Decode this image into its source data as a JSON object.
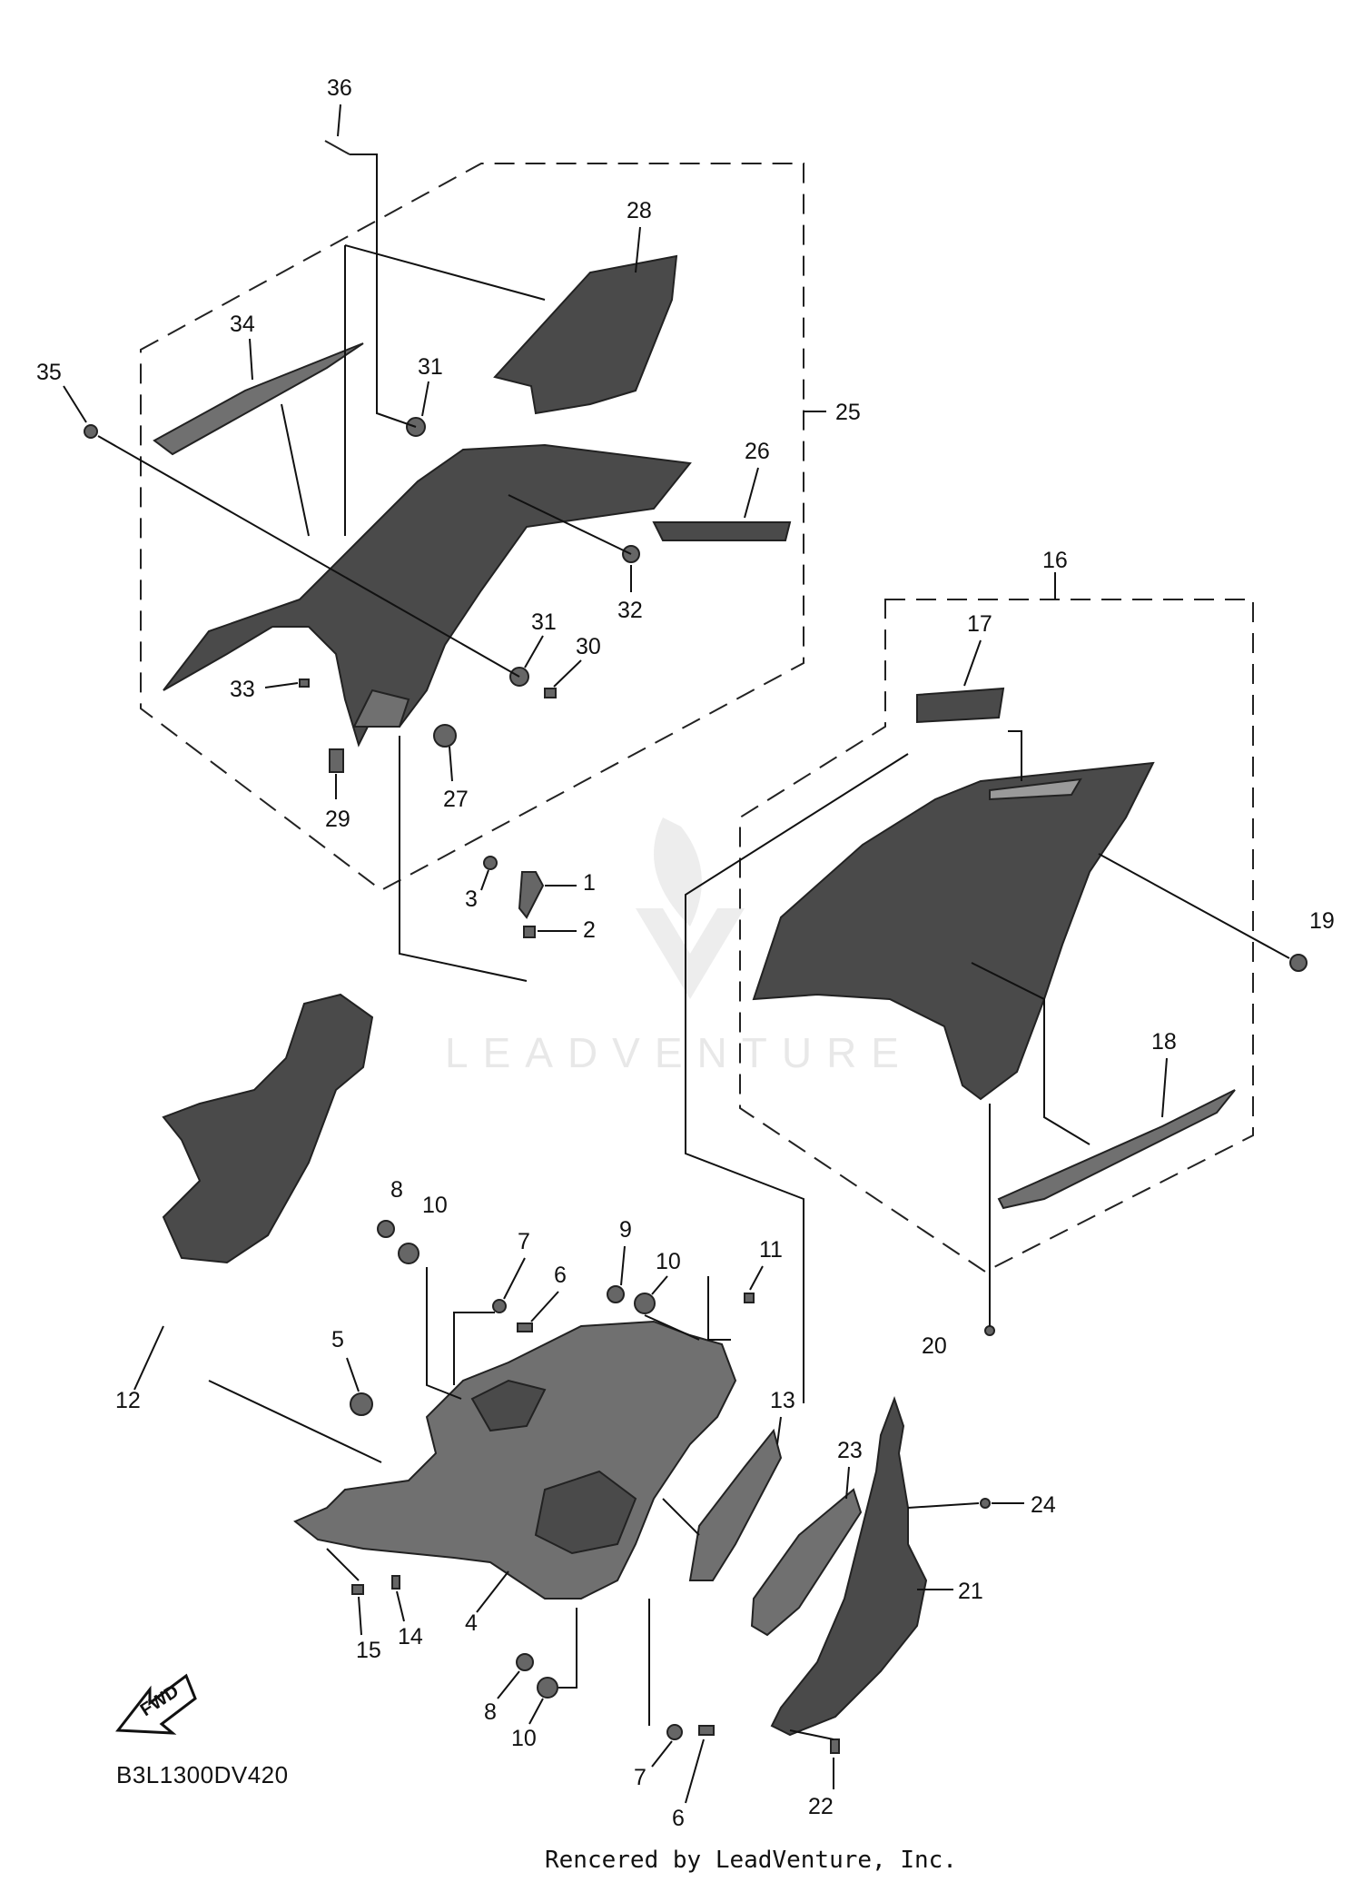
{
  "diagram_code": "B3L1300DV420",
  "footer_text": "Rencered by LeadVenture, Inc.",
  "watermark_text": "LEADVENTURE",
  "fwd_label": "FWD",
  "callouts": {
    "c1": "1",
    "c2": "2",
    "c3": "3",
    "c4": "4",
    "c5": "5",
    "c6a": "6",
    "c6b": "6",
    "c7a": "7",
    "c7b": "7",
    "c8a": "8",
    "c8b": "8",
    "c9": "9",
    "c10a": "10",
    "c10b": "10",
    "c10c": "10",
    "c11": "11",
    "c12": "12",
    "c13": "13",
    "c14": "14",
    "c15": "15",
    "c16": "16",
    "c17": "17",
    "c18": "18",
    "c19": "19",
    "c20": "20",
    "c21": "21",
    "c22": "22",
    "c23": "23",
    "c24": "24",
    "c25": "25",
    "c26": "26",
    "c27": "27",
    "c28": "28",
    "c29": "29",
    "c30": "30",
    "c31a": "31",
    "c31b": "31",
    "c32": "32",
    "c33": "33",
    "c34": "34",
    "c35": "35",
    "c36": "36"
  },
  "colors": {
    "line": "#111111",
    "part_dark": "#4a4a4a",
    "part_mid": "#707070",
    "watermark": "#e6e6e6"
  }
}
